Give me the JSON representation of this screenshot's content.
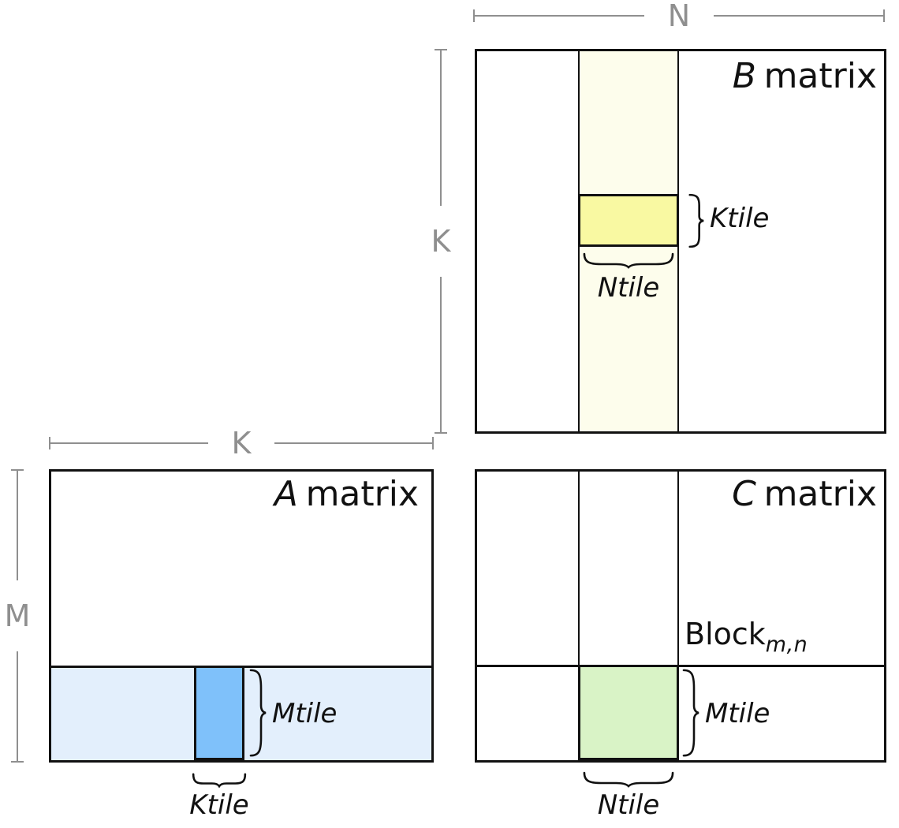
{
  "diagram": {
    "dims": {
      "n": "N",
      "k_vertical": "K",
      "k_horizontal": "K",
      "m": "M"
    },
    "matrix_b": {
      "title_letter": "B",
      "title_word": "matrix",
      "ktile_label": "Ktile",
      "ntile_label": "Ntile"
    },
    "matrix_a": {
      "title_letter": "A",
      "title_word": "matrix",
      "mtile_label": "Mtile",
      "ktile_label": "Ktile"
    },
    "matrix_c": {
      "title_letter": "C",
      "title_word": "matrix",
      "block_label": "Block",
      "block_subscript": "m,n",
      "mtile_label": "Mtile",
      "ntile_label": "Ntile"
    },
    "colors": {
      "stroke": "#111111",
      "dim_gray": "#8f8f8f",
      "b_strip_fill": "#fdfdec",
      "ktile_fill": "#f9f9a2",
      "a_strip_fill": "#e3effc",
      "mtile_a_fill": "#7fc1fa",
      "c_block_fill": "#d9f3c6"
    }
  }
}
